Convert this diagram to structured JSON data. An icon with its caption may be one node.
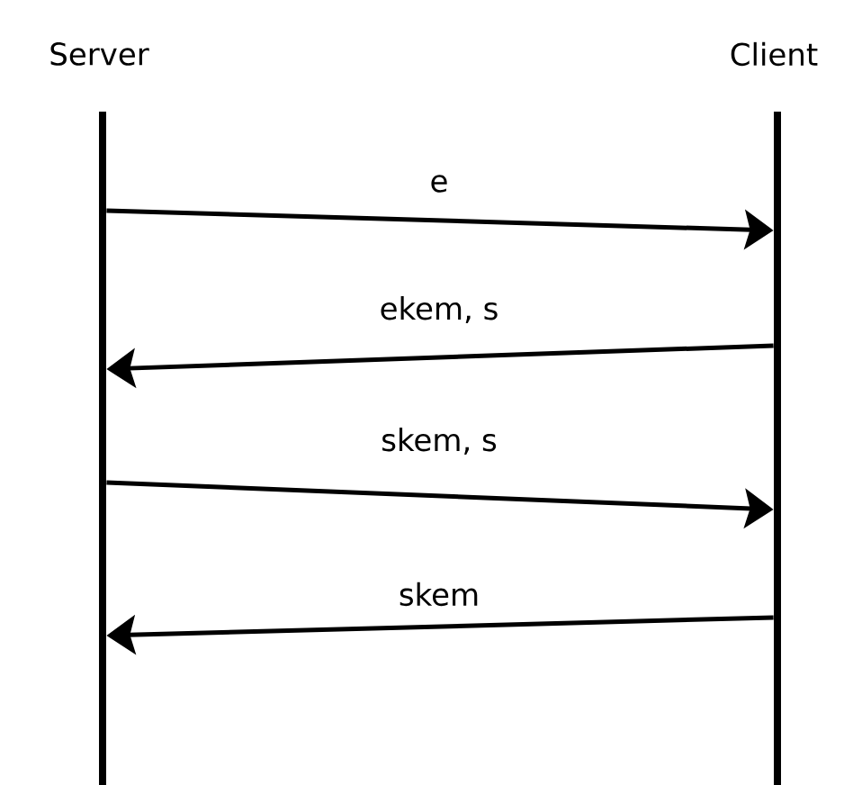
{
  "diagram": {
    "nodes": [
      {
        "text": [
          "Server"
        ]
      },
      {
        "text": [
          "Client"
        ]
      }
    ],
    "edges": [
      {
        "from": 0,
        "to": 1,
        "arrow": "to",
        "label": "e"
      },
      {
        "from": 1,
        "to": 0,
        "arrow": "to",
        "label": "ekem, s"
      },
      {
        "from": 0,
        "to": 1,
        "arrow": "to",
        "label": "skem, s"
      },
      {
        "from": 1,
        "to": 0,
        "arrow": "to",
        "label": "skem"
      }
    ]
  }
}
